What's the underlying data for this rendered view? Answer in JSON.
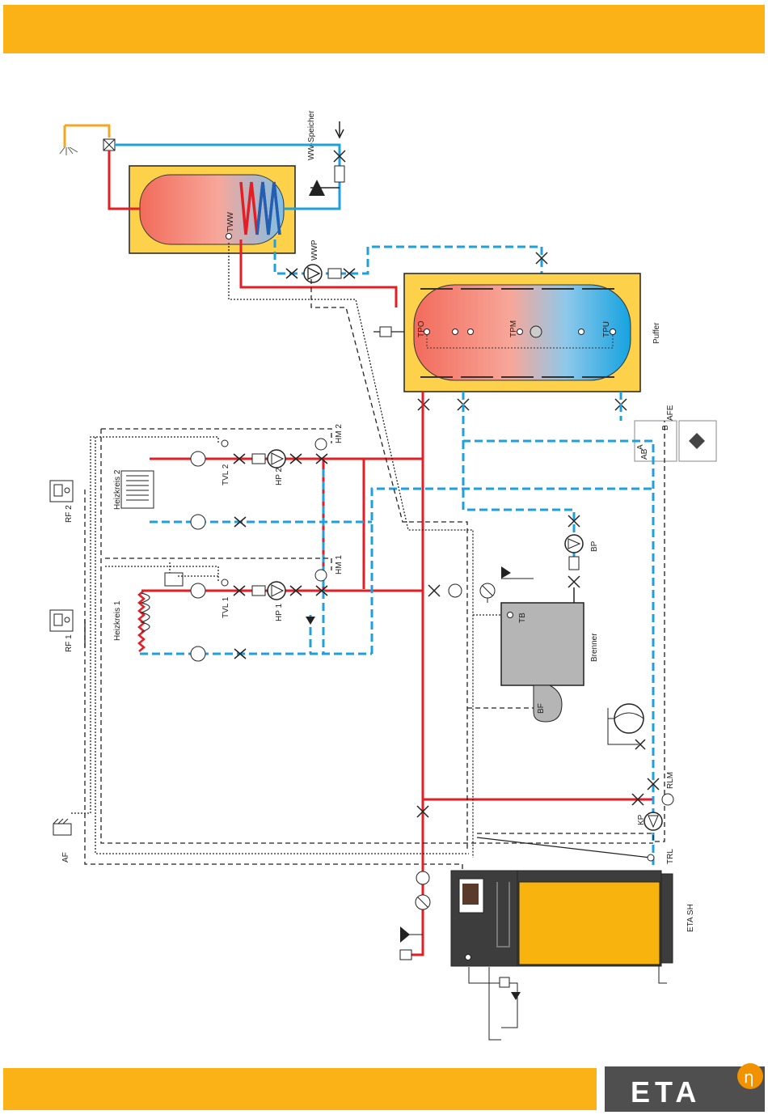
{
  "labels": {
    "ww_speicher": "WW-Speicher",
    "tww": "TWW",
    "wwp": "WWP",
    "puffer": "Puffer",
    "tpo": "TPO",
    "tpm": "TPM",
    "tpu": "TPU",
    "afe": "AFE",
    "heizkreis_2": "Heizkreis 2",
    "heizkreis_1": "Heizkreis 1",
    "tvl_2": "TVL 2",
    "tvl_1": "TVL 1",
    "hp_2": "HP 2",
    "hp_1": "HP 1",
    "hm_2": "HM 2",
    "hm_1": "HM 1",
    "rf_2": "RF 2",
    "rf_1": "RF 1",
    "af": "AF",
    "bp": "BP",
    "tb": "TB",
    "brenner": "Brenner",
    "bf": "BF",
    "rlm": "RLM",
    "kp": "KP",
    "trl": "TRL",
    "eta_sh": "ETA SH",
    "valve_a": "A",
    "valve_ab": "AB",
    "valve_b": "B",
    "logo_text": "ETA",
    "logo_symbol": "η"
  },
  "colors": {
    "banner": "#fbb216",
    "hot_pipe": "#e31e24",
    "cold_pipe": "#1ea0dc",
    "logo_bg": "#4f4f4f",
    "boiler_body": "#3d3d3d",
    "brenner_body": "#b5b5b5"
  }
}
